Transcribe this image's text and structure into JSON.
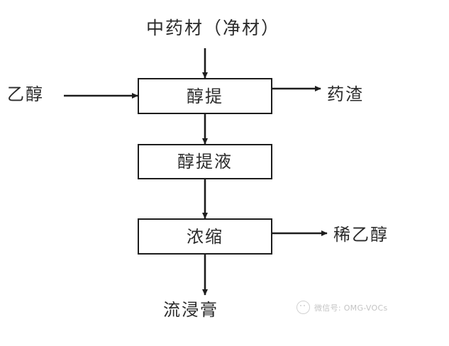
{
  "diagram": {
    "type": "process-flowchart",
    "orientation": "top-to-bottom",
    "title_text": "中药材（净材）",
    "background_color": "#ffffff",
    "line_color": "#1d1d1d",
    "text_color": "#2b2b2b",
    "nodes": [
      {
        "id": "alcohol-extraction",
        "label": "醇提",
        "shape": "rectangle"
      },
      {
        "id": "alcohol-extract-liquid",
        "label": "醇提液",
        "shape": "rectangle"
      },
      {
        "id": "concentration",
        "label": "浓缩",
        "shape": "rectangle"
      }
    ],
    "free_labels": [
      {
        "id": "raw-material",
        "text": "中药材（净材）",
        "role": "input-top"
      },
      {
        "id": "ethanol",
        "text": "乙醇",
        "role": "input-left"
      },
      {
        "id": "residue",
        "text": "药渣",
        "role": "output-right"
      },
      {
        "id": "dilute-ethanol",
        "text": "稀乙醇",
        "role": "output-right"
      },
      {
        "id": "fluid-extract",
        "text": "流浸膏",
        "role": "output-bottom"
      }
    ],
    "edges": [
      {
        "from": "raw-material",
        "to": "alcohol-extraction",
        "direction": "down"
      },
      {
        "from": "ethanol",
        "to": "alcohol-extraction",
        "direction": "right"
      },
      {
        "from": "alcohol-extraction",
        "to": "residue",
        "direction": "right"
      },
      {
        "from": "alcohol-extraction",
        "to": "alcohol-extract-liquid",
        "direction": "down"
      },
      {
        "from": "alcohol-extract-liquid",
        "to": "concentration",
        "direction": "down"
      },
      {
        "from": "concentration",
        "to": "dilute-ethanol",
        "direction": "right"
      },
      {
        "from": "concentration",
        "to": "fluid-extract",
        "direction": "down"
      }
    ]
  },
  "watermark": {
    "text": "微信号: OMG-VOCs",
    "icon": "wechat-icon"
  }
}
